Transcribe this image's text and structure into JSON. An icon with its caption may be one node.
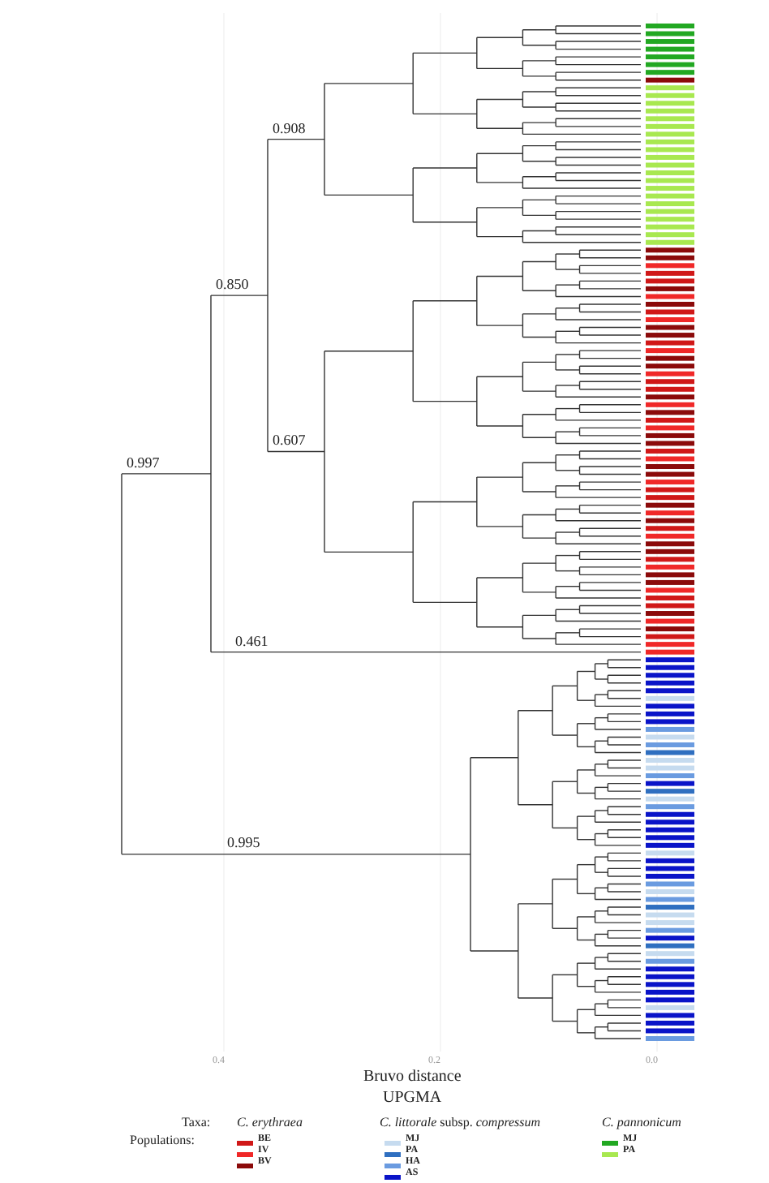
{
  "diagram": {
    "labels": [
      "0.908",
      "0.850",
      "0.997",
      "0.607",
      "0.461",
      "0.995",
      "0.4",
      "0.2",
      "0.0",
      "Bruvo distance",
      "UPGMA",
      "Taxa:",
      "C. erythraea",
      "*C. littorale* subsp. *compressum*",
      "C. pannonicum",
      "Populations:"
    ],
    "legend": [
      {
        "text": "BE",
        "color": "#d01818"
      },
      {
        "text": "IV",
        "color": "#f02828"
      },
      {
        "text": "BV",
        "color": "#8b0a0a"
      },
      {
        "text": "MJ",
        "color": "#c6dbef"
      },
      {
        "text": "PA",
        "color": "#2f6fc0"
      },
      {
        "text": "HA",
        "color": "#6a9be0"
      },
      {
        "text": "AS",
        "color": "#0a14c8"
      },
      {
        "text": "MJ",
        "color": "#22a822"
      },
      {
        "text": "PA",
        "color": "#a8e850"
      }
    ]
  }
}
